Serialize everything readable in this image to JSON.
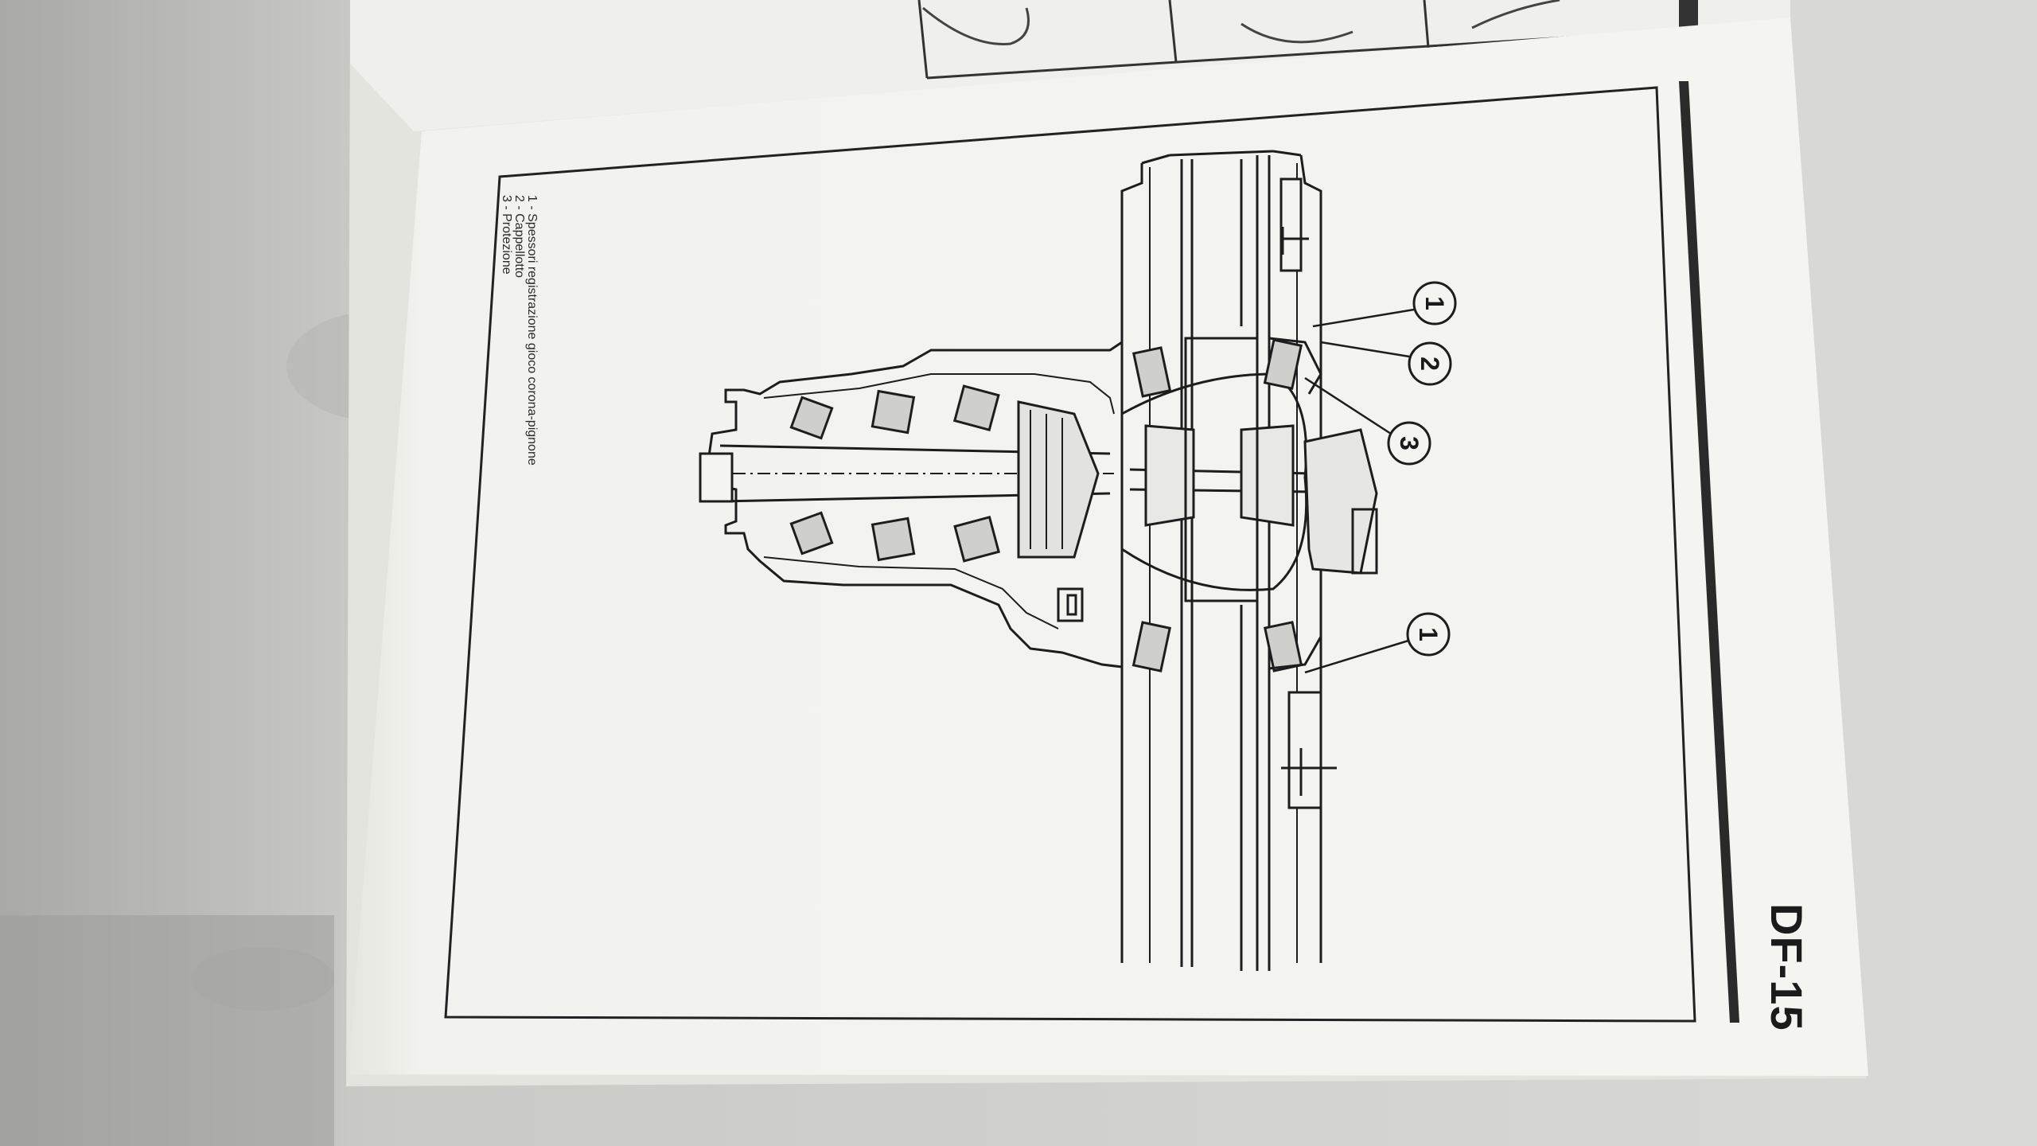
{
  "legend": {
    "item1": "1 - Spessori registrazione gioco corona-pignone",
    "item2": "2 - Cappellotto",
    "item3": "3 - Protezione"
  },
  "page_number": "DF-15",
  "callouts": [
    "1",
    "2",
    "3",
    "1"
  ]
}
